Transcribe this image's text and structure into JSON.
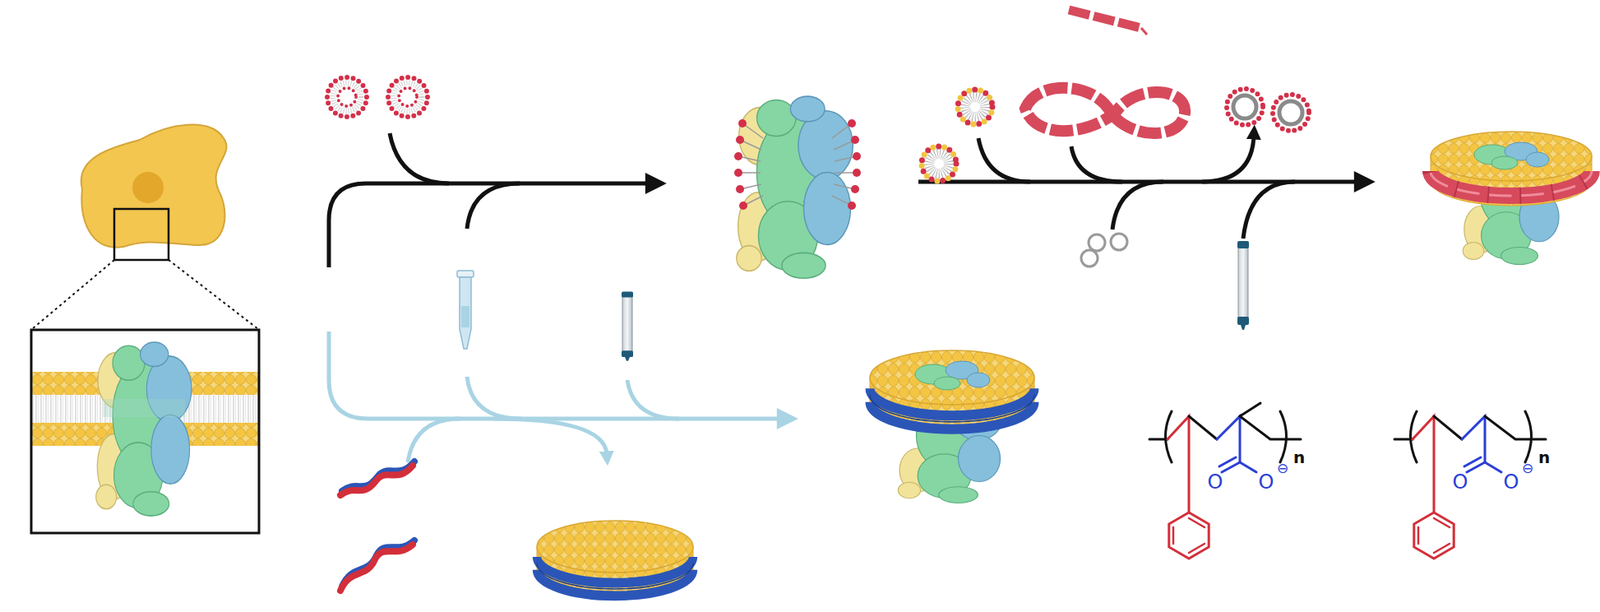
{
  "diagram": {
    "labels": [
      "O",
      "O",
      "⊖",
      "n",
      "O",
      "O",
      "⊖",
      "n"
    ]
  }
}
